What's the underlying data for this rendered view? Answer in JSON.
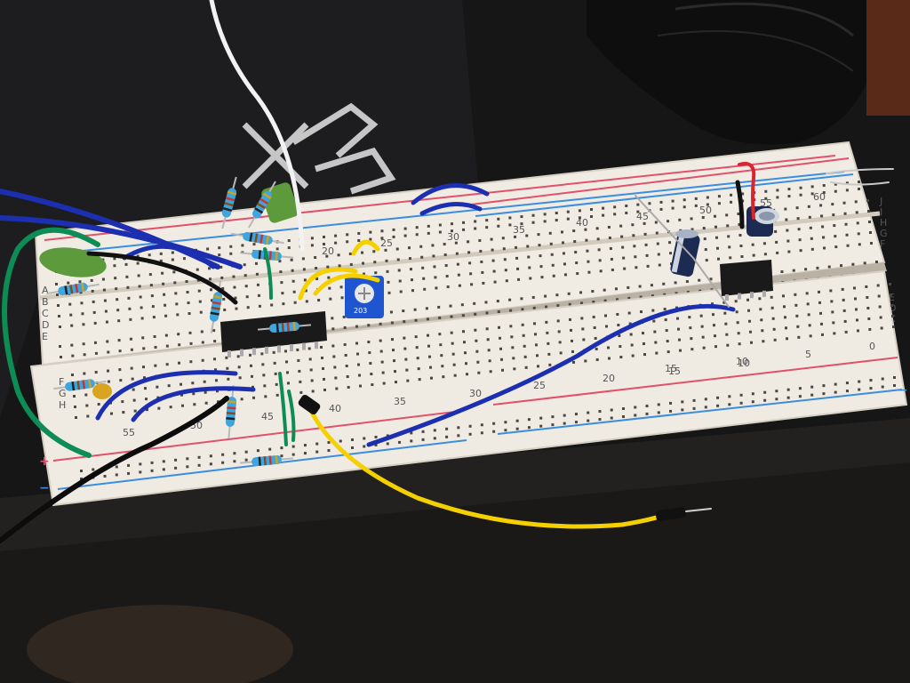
{
  "photo": {
    "subject": "breadboard-circuit"
  },
  "colors": {
    "board": "#f0ece4",
    "rail_red": "#e2506a",
    "rail_blue": "#3a8ee0",
    "wire_blue": "#1c2fb0",
    "wire_yellow": "#f5d000",
    "wire_green": "#0d8c55",
    "wire_black": "#111111",
    "wire_white": "#f2f2f2",
    "wire_red": "#d8252f",
    "resistor": "#3fa5dc",
    "ic": "#1a1a1a",
    "trimpot": "#1f55d0",
    "film_cap": "#5c9a3c"
  },
  "board_top": {
    "numbers_top_row": [
      "20",
      "25",
      "30",
      "35",
      "40",
      "45",
      "50",
      "55",
      "60"
    ],
    "row_letters": [
      "A",
      "B",
      "C",
      "D",
      "E"
    ],
    "row_letters_right": [
      "J",
      "I",
      "H",
      "G",
      "F",
      "E",
      "D",
      "C",
      "B",
      "A"
    ],
    "numbers_lower_row": [
      "15",
      "10",
      "5",
      "0"
    ]
  },
  "board_bottom": {
    "row_letters": [
      "F",
      "G",
      "H"
    ],
    "numbers": [
      "55",
      "50",
      "45",
      "40",
      "35",
      "30",
      "25",
      "20",
      "15",
      "10"
    ],
    "rail_plus": "+",
    "rail_minus": "−",
    "right_minus": "−"
  },
  "potentiometer": {
    "label": "203"
  },
  "ic_chip": {
    "label": ""
  },
  "icons": [
    "resistor-icon",
    "capacitor-icon",
    "ic-chip-icon",
    "potentiometer-icon",
    "wire-icon"
  ]
}
